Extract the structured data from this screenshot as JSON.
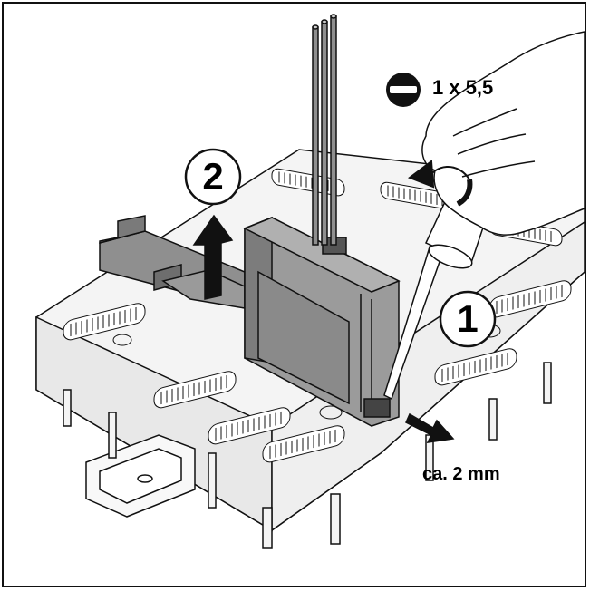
{
  "figure": {
    "tool_spec": "1 x 5,5",
    "tool_icon": "slotted-screwdriver-icon",
    "steps": [
      {
        "number": "1"
      },
      {
        "number": "2"
      }
    ],
    "distance_label": "ca. 2 mm"
  },
  "colors": {
    "module_gray": "#8f8f8f",
    "module_dark": "#6e6e6e",
    "rail_light": "#f4f4f4",
    "line": "#111111"
  }
}
